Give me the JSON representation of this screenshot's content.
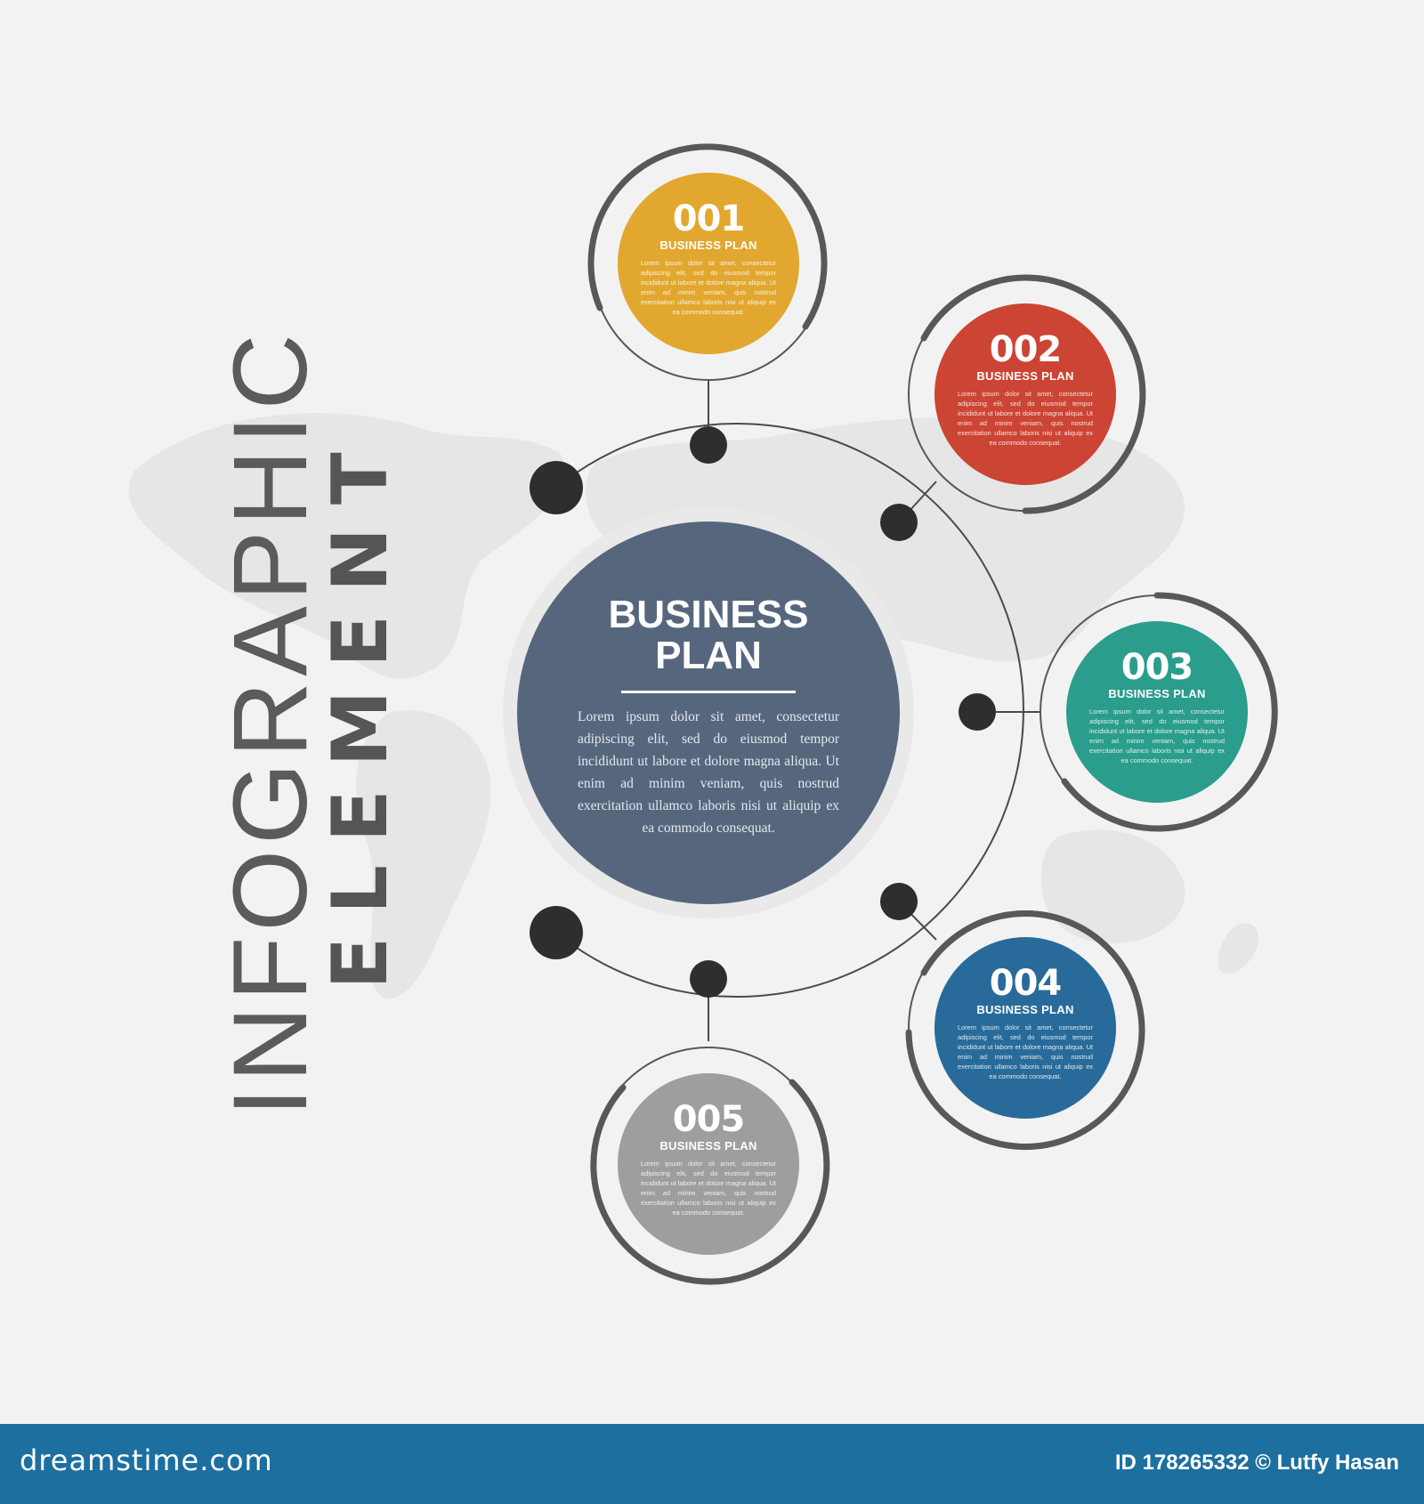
{
  "title": {
    "line1": "INFOGRAPHIC",
    "line2": "ELEMENT"
  },
  "center": {
    "title": "BUSINESS\nPLAN",
    "body": "Lorem ipsum dolor sit amet, consectetur adipiscing elit, sed do eiusmod tempor incididunt ut labore et dolore magna aliqua. Ut enim ad minim veniam, quis nostrud exercitation ullamco laboris nisi ut aliquip ex ea commodo consequat."
  },
  "steps": [
    {
      "number": "001",
      "label": "BUSINESS PLAN",
      "color": "#e2a72e",
      "body": "Lorem ipsum dolor sit amet, consectetur adipiscing elit, sed do eiusmod tempor incididunt ut labore et dolore magna aliqua. Ut enim ad minim veniam, quis nostrud exercitation ullamco laboris nisi ut aliquip ex ea commodo consequat."
    },
    {
      "number": "002",
      "label": "BUSINESS PLAN",
      "color": "#cc4433",
      "body": "Lorem ipsum dolor sit amet, consectetur adipiscing elit, sed do eiusmod tempor incididunt ut labore et dolore magna aliqua. Ut enim ad minim veniam, quis nostrud exercitation ullamco laboris nisi ut aliquip ex ea commodo consequat."
    },
    {
      "number": "003",
      "label": "BUSINESS PLAN",
      "color": "#2a9d8c",
      "body": "Lorem ipsum dolor sit amet, consectetur adipiscing elit, sed do eiusmod tempor incididunt ut labore et dolore magna aliqua. Ut enim ad minim veniam, quis nostrud exercitation ullamco laboris nisi ut aliquip ex ea commodo consequat."
    },
    {
      "number": "004",
      "label": "BUSINESS PLAN",
      "color": "#286b9a",
      "body": "Lorem ipsum dolor sit amet, consectetur adipiscing elit, sed do eiusmod tempor incididunt ut labore et dolore magna aliqua. Ut enim ad minim veniam, quis nostrud exercitation ullamco laboris nisi ut aliquip ex ea commodo consequat."
    },
    {
      "number": "005",
      "label": "BUSINESS PLAN",
      "color": "#9e9e9e",
      "body": "Lorem ipsum dolor sit amet, consectetur adipiscing elit, sed do eiusmod tempor incididunt ut labore et dolore magna aliqua. Ut enim ad minim veniam, quis nostrud exercitation ullamco laboris nisi ut aliquip ex ea commodo consequat."
    }
  ],
  "footer": {
    "brand": "dreamstime.com",
    "credit": "ID 178265332 © Lutfy Hasan"
  }
}
